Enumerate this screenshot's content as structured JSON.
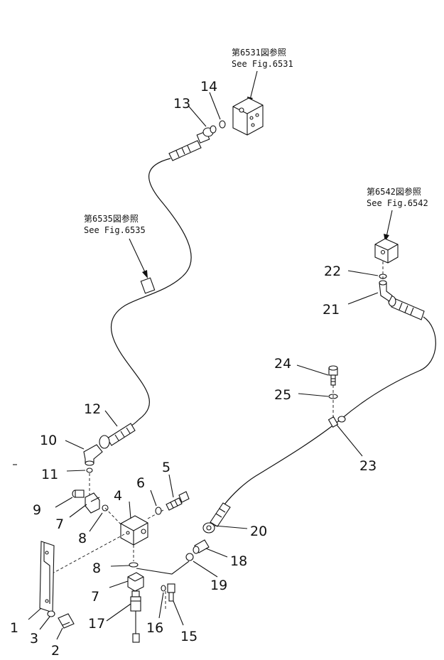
{
  "references": [
    {
      "ja": "第6531図参照",
      "en": "See Fig.6531"
    },
    {
      "ja": "第6535図参照",
      "en": "See Fig.6535"
    },
    {
      "ja": "第6542図参照",
      "en": "See Fig.6542"
    }
  ],
  "callouts": [
    "1",
    "2",
    "3",
    "4",
    "5",
    "6",
    "7",
    "7",
    "8",
    "8",
    "9",
    "10",
    "11",
    "12",
    "13",
    "14",
    "15",
    "16",
    "17",
    "18",
    "19",
    "20",
    "21",
    "22",
    "23",
    "24",
    "25"
  ]
}
